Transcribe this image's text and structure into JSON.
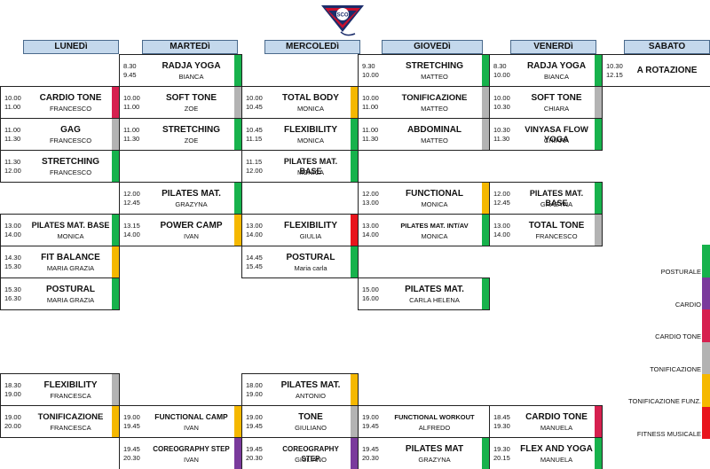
{
  "colors": {
    "posturale": "#17b24c",
    "cardio": "#7a3a9c",
    "cardio_tone": "#d6204f",
    "tonificazione": "#b3b3b3",
    "tonificazione_funz": "#f5b800",
    "fitness_musicale": "#e8141c",
    "header_bg": "#c4d8ec"
  },
  "logo": {
    "text": "SCO"
  },
  "days": [
    "LUNEDì",
    "MARTEDì",
    "MERCOLEDì",
    "GIOVEDì",
    "VENERDì",
    "SABATO"
  ],
  "classes": [
    {
      "day": "mar",
      "row": 0,
      "start": "8.30",
      "end": "9.45",
      "name": "RADJA YOGA",
      "instructor": "BIANCA",
      "category": "posturale"
    },
    {
      "day": "gio",
      "row": 0,
      "start": "9.30",
      "end": "10.00",
      "name": "STRETCHING",
      "instructor": "MATTEO",
      "category": "posturale"
    },
    {
      "day": "ven",
      "row": 0,
      "start": "8.30",
      "end": "10.00",
      "name": "RADJA YOGA",
      "instructor": "BIANCA",
      "category": "posturale"
    },
    {
      "day": "sab",
      "row": 0,
      "start": "10.30",
      "end": "12.15",
      "name": "A ROTAZIONE",
      "instructor": "",
      "category": ""
    },
    {
      "day": "lun",
      "row": 1,
      "start": "10.00",
      "end": "11.00",
      "name": "CARDIO TONE",
      "instructor": "FRANCESCO",
      "category": "cardio_tone"
    },
    {
      "day": "mar",
      "row": 1,
      "start": "10.00",
      "end": "11.00",
      "name": "SOFT TONE",
      "instructor": "ZOE",
      "category": "tonificazione"
    },
    {
      "day": "mer",
      "row": 1,
      "start": "10.00",
      "end": "10.45",
      "name": "TOTAL BODY",
      "instructor": "MONICA",
      "category": "tonificazione_funz"
    },
    {
      "day": "gio",
      "row": 1,
      "start": "10.00",
      "end": "11.00",
      "name": "TONIFICAZIONE",
      "instructor": "MATTEO",
      "category": "tonificazione"
    },
    {
      "day": "ven",
      "row": 1,
      "start": "10.00",
      "end": "10.30",
      "name": "SOFT TONE",
      "instructor": "CHIARA",
      "category": "tonificazione"
    },
    {
      "day": "lun",
      "row": 2,
      "start": "11.00",
      "end": "11.30",
      "name": "GAG",
      "instructor": "FRANCESCO",
      "category": "tonificazione"
    },
    {
      "day": "mar",
      "row": 2,
      "start": "11.00",
      "end": "11.30",
      "name": "STRETCHING",
      "instructor": "ZOE",
      "category": "posturale"
    },
    {
      "day": "mer",
      "row": 2,
      "start": "10.45",
      "end": "11.15",
      "name": "FLEXIBILITY",
      "instructor": "MONICA",
      "category": "posturale"
    },
    {
      "day": "gio",
      "row": 2,
      "start": "11.00",
      "end": "11.30",
      "name": "ABDOMINAL",
      "instructor": "MATTEO",
      "category": "tonificazione"
    },
    {
      "day": "ven",
      "row": 2,
      "start": "10.30",
      "end": "11.30",
      "name": "VINYASA FLOW YOGA",
      "instructor": "CHIARA",
      "category": "posturale"
    },
    {
      "day": "lun",
      "row": 3,
      "start": "11.30",
      "end": "12.00",
      "name": "STRETCHING",
      "instructor": "FRANCESCO",
      "category": "posturale"
    },
    {
      "day": "mer",
      "row": 3,
      "start": "11.15",
      "end": "12.00",
      "name": "PILATES MAT. BASE",
      "instructor": "MONICA",
      "category": "posturale"
    },
    {
      "day": "mar",
      "row": 4,
      "start": "12.00",
      "end": "12.45",
      "name": "PILATES MAT.",
      "instructor": "GRAZYNA",
      "category": "posturale"
    },
    {
      "day": "gio",
      "row": 4,
      "start": "12.00",
      "end": "13.00",
      "name": "FUNCTIONAL",
      "instructor": "MONICA",
      "category": "tonificazione_funz"
    },
    {
      "day": "ven",
      "row": 4,
      "start": "12.00",
      "end": "12.45",
      "name": "PILATES MAT. BASE",
      "instructor": "GRAZYNA",
      "category": "posturale"
    },
    {
      "day": "lun",
      "row": 5,
      "start": "13.00",
      "end": "14.00",
      "name": "PILATES MAT. BASE",
      "instructor": "MONICA",
      "category": "posturale"
    },
    {
      "day": "mar",
      "row": 5,
      "start": "13.15",
      "end": "14.00",
      "name": "POWER CAMP",
      "instructor": "IVAN",
      "category": "tonificazione_funz"
    },
    {
      "day": "mer",
      "row": 5,
      "start": "13.00",
      "end": "14.00",
      "name": "FLEXIBILITY",
      "instructor": "GIULIA",
      "category": "fitness_musicale"
    },
    {
      "day": "gio",
      "row": 5,
      "start": "13.00",
      "end": "14.00",
      "name": "PILATES MAT. INT/AV",
      "instructor": "MONICA",
      "category": "posturale"
    },
    {
      "day": "ven",
      "row": 5,
      "start": "13.00",
      "end": "14.00",
      "name": "TOTAL TONE",
      "instructor": "FRANCESCO",
      "category": "tonificazione"
    },
    {
      "day": "lun",
      "row": 6,
      "start": "14.30",
      "end": "15.30",
      "name": "FIT BALANCE",
      "instructor": "MARIA GRAZIA",
      "category": "tonificazione_funz"
    },
    {
      "day": "mer",
      "row": 6,
      "start": "14.45",
      "end": "15.45",
      "name": "POSTURAL",
      "instructor": "Maria carla",
      "category": "posturale"
    },
    {
      "day": "lun",
      "row": 7,
      "start": "15.30",
      "end": "16.30",
      "name": "POSTURAL",
      "instructor": "MARIA GRAZIA",
      "category": "posturale"
    },
    {
      "day": "gio",
      "row": 7,
      "start": "15.00",
      "end": "16.00",
      "name": "PILATES MAT.",
      "instructor": "CARLA HELENA",
      "category": "posturale"
    },
    {
      "day": "lun",
      "row": 8,
      "start": "18.30",
      "end": "19.00",
      "name": "FLEXIBILITY",
      "instructor": "FRANCESCA",
      "category": "tonificazione"
    },
    {
      "day": "mer",
      "row": 8,
      "start": "18.00",
      "end": "19.00",
      "name": "PILATES MAT.",
      "instructor": "ANTONIO",
      "category": "tonificazione_funz"
    },
    {
      "day": "lun",
      "row": 9,
      "start": "19.00",
      "end": "20.00",
      "name": "TONIFICAZIONE",
      "instructor": "FRANCESCA",
      "category": "tonificazione_funz"
    },
    {
      "day": "mar",
      "row": 9,
      "start": "19.00",
      "end": "19.45",
      "name": "FUNCTIONAL CAMP",
      "instructor": "IVAN",
      "category": "tonificazione_funz"
    },
    {
      "day": "mer",
      "row": 9,
      "start": "19.00",
      "end": "19.45",
      "name": "TONE",
      "instructor": "GIULIANO",
      "category": "tonificazione"
    },
    {
      "day": "gio",
      "row": 9,
      "start": "19.00",
      "end": "19.45",
      "name": "FUNCTIONAL WORKOUT",
      "instructor": "ALFREDO",
      "category": ""
    },
    {
      "day": "ven",
      "row": 9,
      "start": "18.45",
      "end": "19.30",
      "name": "CARDIO TONE",
      "instructor": "MANUELA",
      "category": "cardio_tone"
    },
    {
      "day": "mar",
      "row": 10,
      "start": "19.45",
      "end": "20.30",
      "name": "COREOGRAPHY STEP",
      "instructor": "IVAN",
      "category": "cardio"
    },
    {
      "day": "mer",
      "row": 10,
      "start": "19.45",
      "end": "20.30",
      "name": "COREOGRAPHY STEP",
      "instructor": "GIULIANO",
      "category": "cardio"
    },
    {
      "day": "gio",
      "row": 10,
      "start": "19.45",
      "end": "20.30",
      "name": "PILATES MAT",
      "instructor": "GRAZYNA",
      "category": "posturale"
    },
    {
      "day": "ven",
      "row": 10,
      "start": "19.30",
      "end": "20.15",
      "name": "FLEX AND YOGA",
      "instructor": "MANUELA",
      "category": "posturale"
    }
  ],
  "legend": [
    {
      "key": "posturale",
      "label": "POSTURALE"
    },
    {
      "key": "cardio",
      "label": "CARDIO"
    },
    {
      "key": "cardio_tone",
      "label": "CARDIO TONE"
    },
    {
      "key": "tonificazione",
      "label": "TONIFICAZIONE"
    },
    {
      "key": "tonificazione_funz",
      "label": "TONIFICAZIONE FUNZ."
    },
    {
      "key": "fitness_musicale",
      "label": "FITNESS MUSICALE"
    }
  ]
}
